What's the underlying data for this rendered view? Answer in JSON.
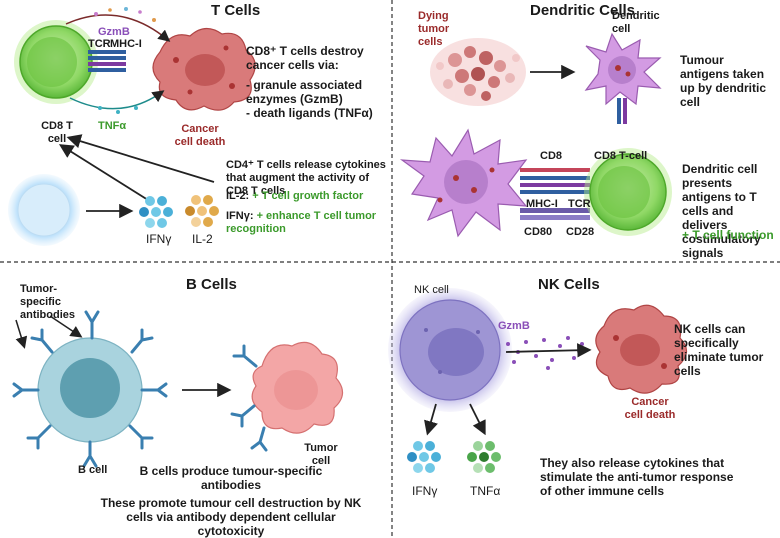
{
  "tcells": {
    "title": "T Cells",
    "gzmb": "GzmB",
    "tcr": "TCR",
    "mhc1": "MHC-I",
    "cd8_cell": "CD8 T\ncell",
    "tnfa": "TNFα",
    "cancer_death": "Cancer\ncell death",
    "desc_head": "CD8⁺ T cells destroy cancer cells via:",
    "desc_b1": "- granule associated enzymes (GzmB)",
    "desc_b2": "- death ligands  (TNFα)",
    "cd4_text": "CD4⁺ T cells release cytokines that augment the activity of CD8 T cells",
    "il2_label": "IL-2:",
    "il2_effect": "+ T cell growth factor",
    "ifng_label": "IFNγ:",
    "ifng_effect": "+ enhance T cell tumor recognition",
    "ifng_cyto": "IFNγ",
    "il2_cyto": "IL-2"
  },
  "dendritic": {
    "title": "Dendritic Cells",
    "dying": "Dying\ntumor\ncells",
    "dc_label": "Dendritic\ncell",
    "uptake": "Tumour antigens taken up by dendritic cell",
    "cd8": "CD8",
    "cd8_tcell": "CD8 T-cell",
    "mhc1": "MHC-I",
    "tcr": "TCR",
    "cd80": "CD80",
    "cd28": "CD28",
    "presents": "Dendritic cell presents antigens to T cells and delivers costimulatory signals",
    "function": "+ T cell function"
  },
  "bcells": {
    "title": "B Cells",
    "antibodies": "Tumor-\nspecific\nantibodies",
    "b_cell": "B cell",
    "tumor_cell": "Tumor\ncell",
    "produce": "B cells produce tumour-specific antibodies",
    "promote": "These promote tumour cell destruction by NK cells via antibody dependent cellular cytotoxicity"
  },
  "nkcells": {
    "title": "NK Cells",
    "nk_cell": "NK cell",
    "gzmb": "GzmB",
    "eliminate": "NK cells can specifically eliminate tumor cells",
    "cancer_death": "Cancer\ncell death",
    "ifng": "IFNγ",
    "tnfa": "TNFα",
    "release": "They also release cytokines that stimulate the anti-tumor response of other immune cells"
  },
  "colors": {
    "tcell_green": "#7ed957",
    "cancer": "#d96b6b",
    "dendritic": "#c98ad8",
    "bcell": "#a9d3de",
    "nk": "#8d84c8",
    "text_green": "#3b9a2b",
    "text_purple": "#8a4fb8"
  }
}
